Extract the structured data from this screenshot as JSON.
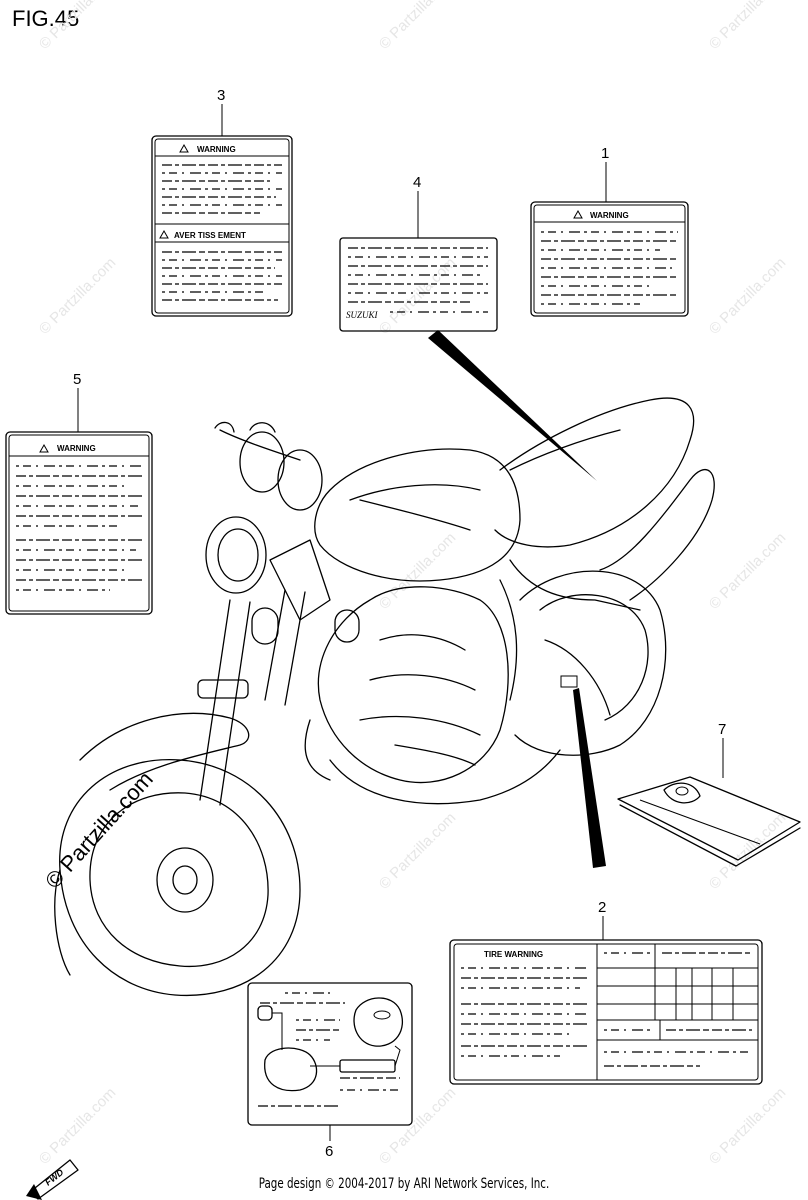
{
  "figure": {
    "title": "FIG.45"
  },
  "watermark": {
    "text": "© Partzilla.com"
  },
  "callouts": [
    "1",
    "2",
    "3",
    "4",
    "5",
    "6",
    "7"
  ],
  "labels": {
    "label1_heading": "WARNING",
    "label3_heading": "WARNING",
    "label3_heading2": "AVER TISS EMENT",
    "label4_brand": "SUZUKI",
    "label5_heading": "WARNING",
    "label2_heading": "TIRE WARNING"
  },
  "badge": {
    "text": "FWD"
  },
  "footer": {
    "text": "Page design © 2004-2017 by ARI Network Services, Inc."
  }
}
